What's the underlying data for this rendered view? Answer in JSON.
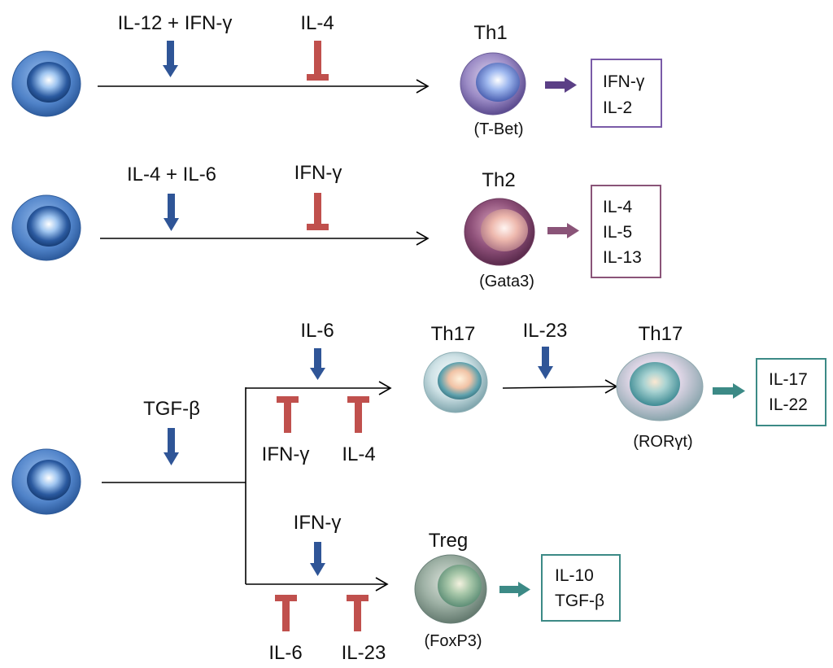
{
  "row1": {
    "activator": "IL-12 + IFN-γ",
    "inhibitor": "IL-4",
    "cell_name": "Th1",
    "transcription_factor": "(T-Bet)",
    "products": [
      "IFN-γ",
      "IL-2"
    ]
  },
  "row2": {
    "activator": "IL-4 + IL-6",
    "inhibitor": "IFN-γ",
    "cell_name": "Th2",
    "transcription_factor": "(Gata3)",
    "products": [
      "IL-4",
      "IL-5",
      "IL-13"
    ]
  },
  "row3": {
    "common_activator": "TGF-β",
    "th17_branch": {
      "activator": "IL-6",
      "inhibitors": [
        "IFN-γ",
        "IL-4"
      ],
      "early_cell_name": "Th17",
      "maturation_cytokine": "IL-23",
      "mature_cell_name": "Th17",
      "transcription_factor": "(RORγt)",
      "products": [
        "IL-17",
        "IL-22"
      ]
    },
    "treg_branch": {
      "activator": "IFN-γ",
      "inhibitors": [
        "IL-6",
        "IL-23"
      ],
      "cell_name": "Treg",
      "transcription_factor": "(FoxP3)",
      "products": [
        "IL-10",
        "TGF-β"
      ]
    }
  },
  "colors": {
    "activator_arrow": "#2F5597",
    "inhibitor_bar": "#C0504D",
    "naive_cell": "#4A7CC4",
    "th1_arrow": "#5B3F86",
    "th1_box": "#7A5BA8",
    "th2_arrow": "#8A5478",
    "th2_box": "#8A5478",
    "th17_arrow": "#3C8A86",
    "th17_box": "#3C8A86",
    "treg_arrow": "#3C8A86",
    "treg_box": "#3C8A86"
  }
}
